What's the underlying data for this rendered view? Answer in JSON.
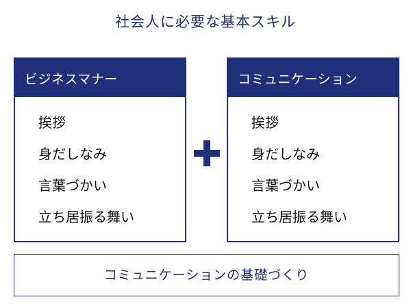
{
  "title": "社会人に必要な基本スキル",
  "panels": [
    {
      "heading": "ビジネスマナー",
      "items": [
        "挨拶",
        "身だしなみ",
        "言葉づかい",
        "立ち居振る舞い"
      ]
    },
    {
      "heading": "コミュニケーション",
      "items": [
        "挨拶",
        "身だしなみ",
        "言葉づかい",
        "立ち居振る舞い"
      ]
    }
  ],
  "connector": "plus-icon",
  "footer": "コミュニケーションの基礎づくり",
  "colors": {
    "accent": "#1f2f7a",
    "text": "#111111",
    "background": "#ffffff"
  }
}
